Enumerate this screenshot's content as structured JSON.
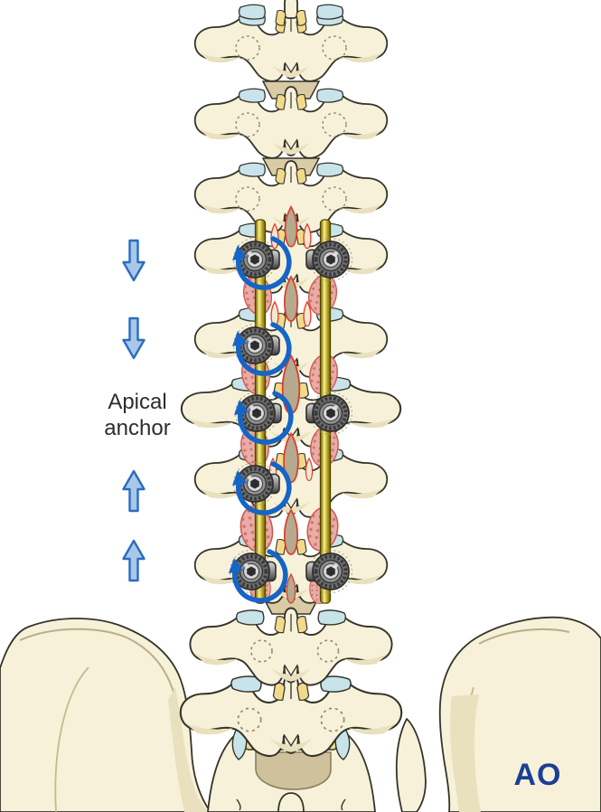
{
  "label": {
    "line1": "Apical",
    "line2": "anchor"
  },
  "logo": {
    "text": "AO"
  },
  "annotations": {
    "compression_arrows": [
      {
        "id": "down-1",
        "direction": "down"
      },
      {
        "id": "down-2",
        "direction": "down"
      },
      {
        "id": "up-1",
        "direction": "up"
      },
      {
        "id": "up-2",
        "direction": "up"
      }
    ],
    "rotation_arrows": {
      "count": 5,
      "style": "curved",
      "at": "left-rod screw heads"
    }
  },
  "hardware": {
    "rods": 2,
    "screws_left_rod": 5,
    "screws_right_rod": 3
  },
  "colors": {
    "bg": "#ffffff",
    "bone": "#f6f1d8",
    "boneShade": "#e9e0bd",
    "boneDark": "#d8cba2",
    "outline": "#35342a",
    "facet": "#c8e3ea",
    "ligament": "#f2da8c",
    "bridge": "#d9cba4",
    "flame": "#b5aa8e",
    "decort": "#e23a2c",
    "graft": "#ecaba5",
    "graftDot": "#c4766f",
    "graftEdge": "#cc5a50",
    "rodLight": "#f6efae",
    "rodMid": "#d9c83e",
    "rodDark": "#6e5f0c",
    "screwDark": "#2d2d2d",
    "screwMid": "#8f8f8f",
    "screwLight": "#d8d8d8",
    "arrowFill": "#a9c7e8",
    "arrowStroke": "#2a6cc0",
    "rotArrow": "#1565c6",
    "label": "#2d2d2d",
    "logo": "#1c3e97"
  }
}
